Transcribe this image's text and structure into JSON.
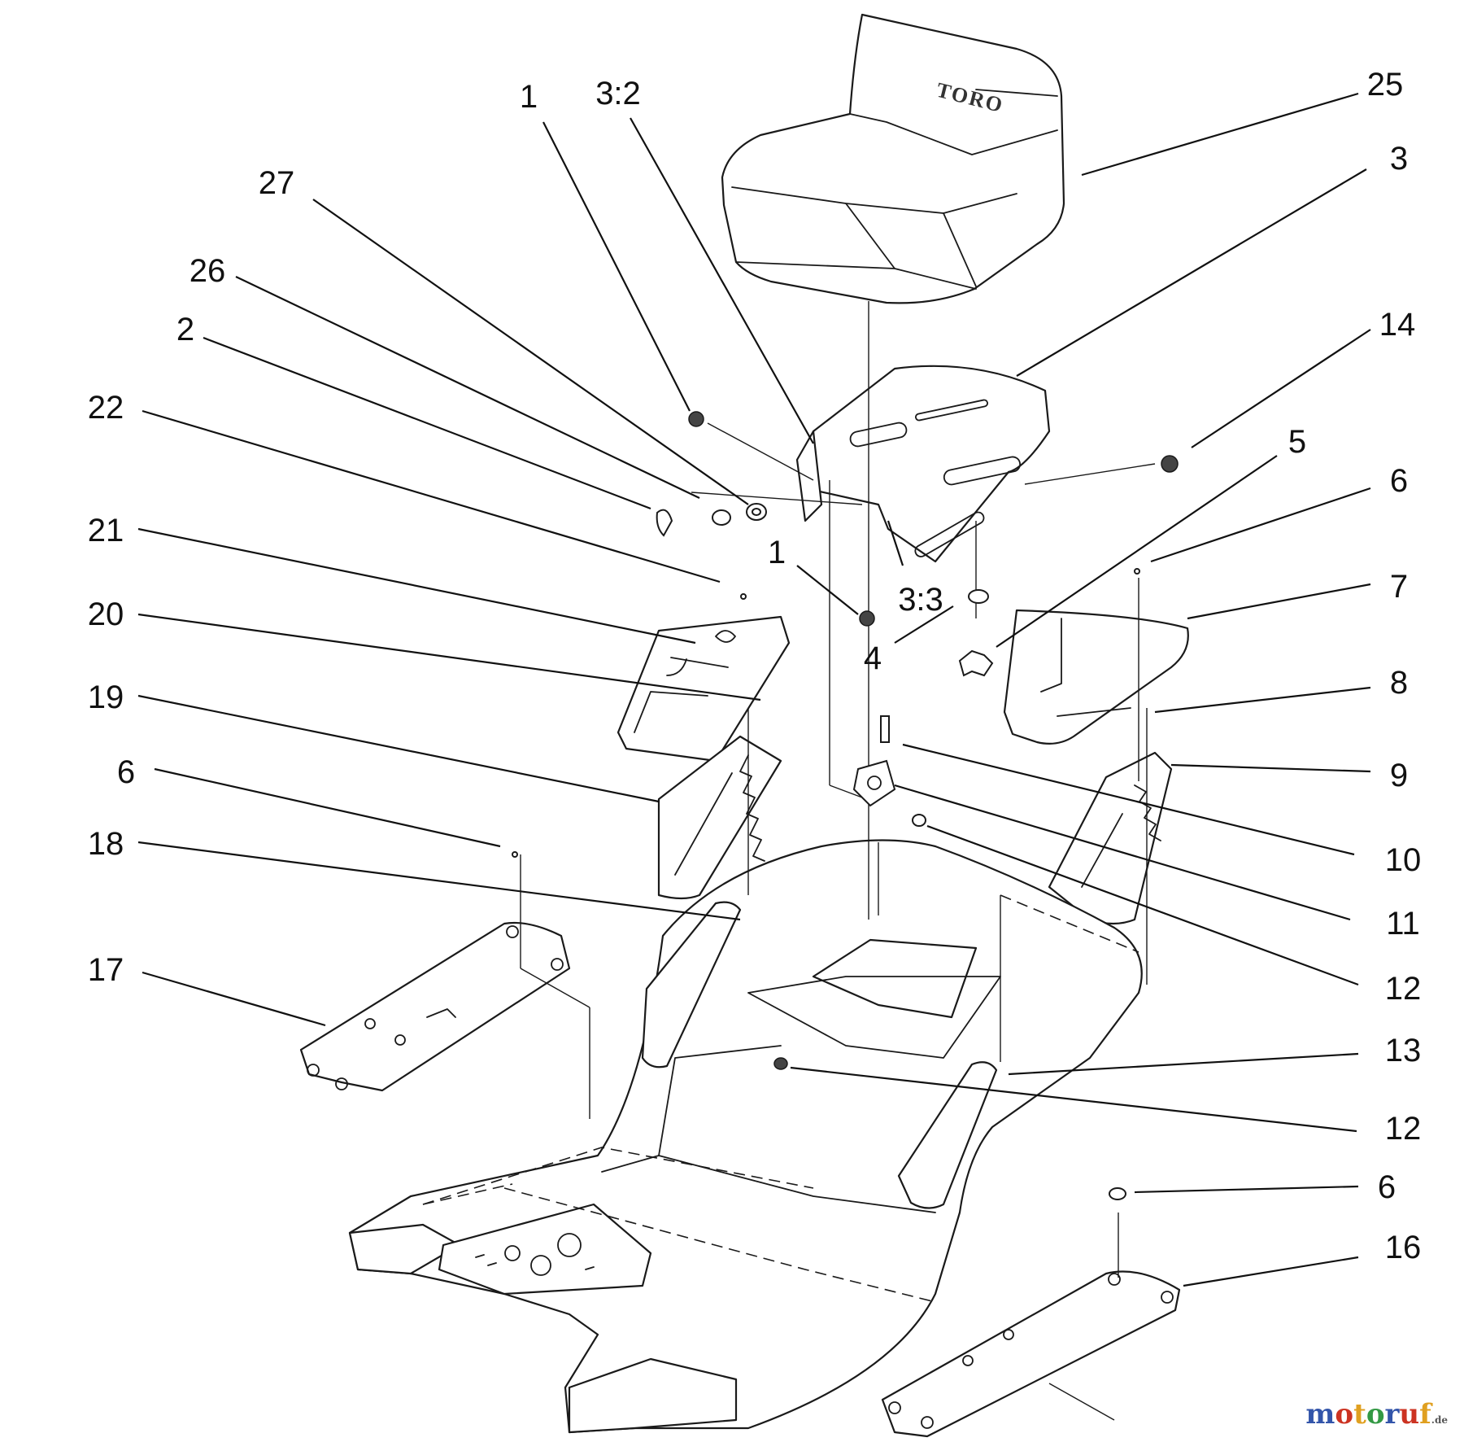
{
  "brand_logo_text": "TORO",
  "callouts": [
    "25",
    "3",
    "1",
    "3:2",
    "27",
    "26",
    "2",
    "22",
    "21",
    "20",
    "19",
    "6",
    "18",
    "17",
    "14",
    "5",
    "6",
    "7",
    "8",
    "9",
    "10",
    "11",
    "12",
    "13",
    "12",
    "6",
    "16",
    "1",
    "3:3",
    "4"
  ],
  "watermark": {
    "main": "motoruf",
    "suffix": ".de"
  },
  "colors": {
    "line": "#1a1a1a",
    "background": "#ffffff",
    "watermark": [
      "#3355aa",
      "#cc3322",
      "#e0a020",
      "#339944",
      "#3355aa",
      "#cc3322",
      "#e0a020"
    ]
  }
}
